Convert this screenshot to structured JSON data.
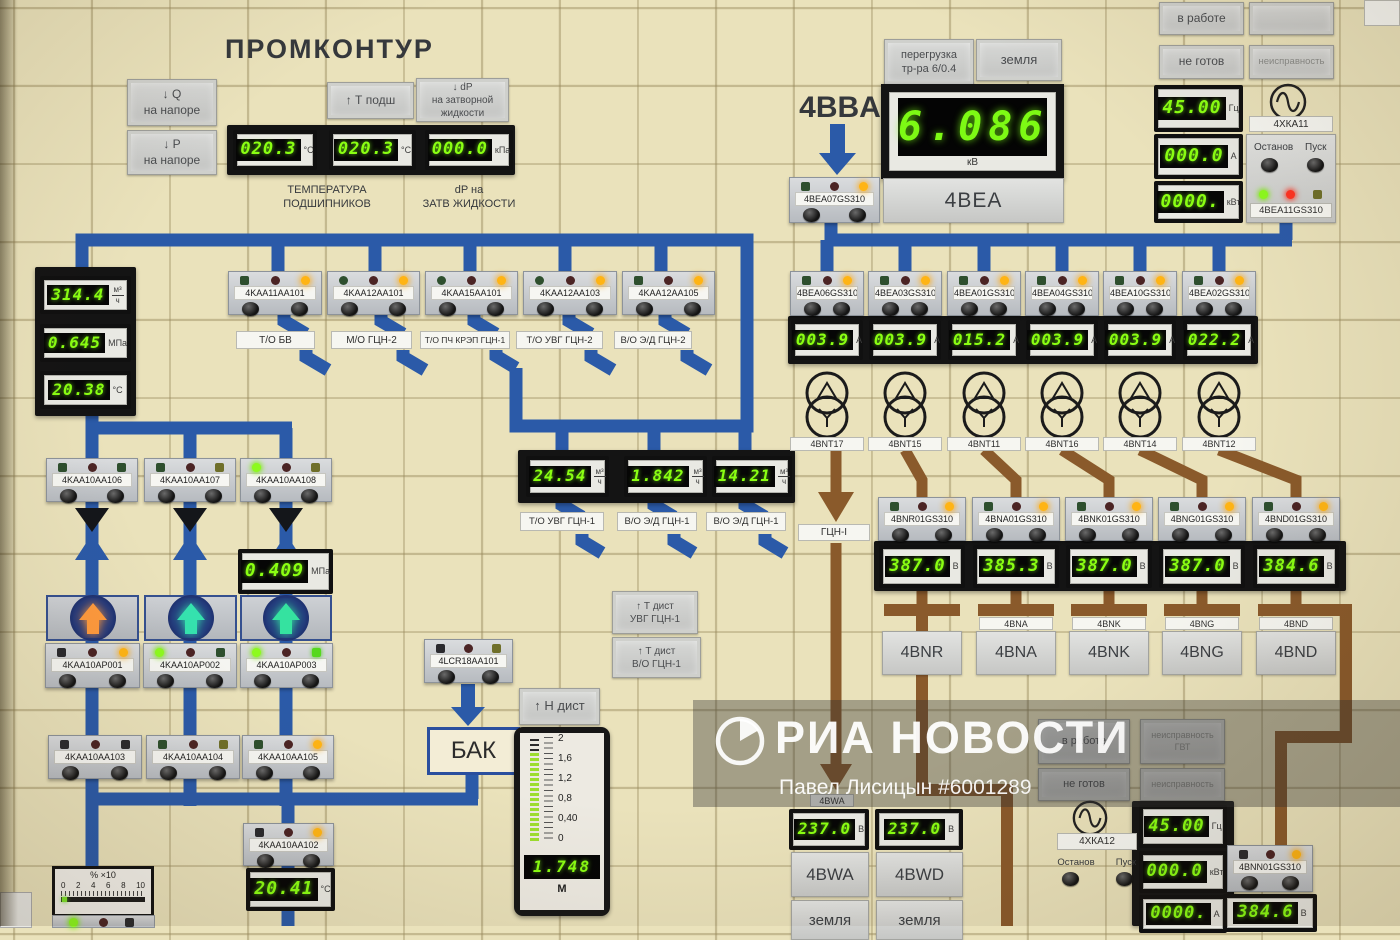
{
  "watermark": {
    "brand": "РИА НОВОСТИ",
    "credit": "Павел Лисицын",
    "photo_id": "#6001289"
  },
  "promkontur": {
    "title": "ПРОМКОНТУР",
    "btn_q": "↓ Q\nна напоре",
    "btn_p": "↓ P\nна напоре",
    "btn_t": "↑ Т подш",
    "btn_dp": "↓ dP\nна затворной\nжидкости",
    "caption_temp": "ТЕМПЕРАТУРА\nПОДШИПНИКОВ",
    "caption_dp": "dP на\nЗАТВ ЖИДКОСТИ",
    "temp_displays": [
      {
        "value": "020.3",
        "unit": "°C"
      },
      {
        "value": "020.3",
        "unit": "°C"
      },
      {
        "value": "000.0",
        "unit": "кПа"
      }
    ],
    "left_displays": [
      {
        "value": "314.4",
        "unit_top": "м³",
        "unit_bottom": "ч"
      },
      {
        "value": "0.645",
        "unit": "МПа"
      },
      {
        "value": "20.38",
        "unit": "°C"
      }
    ]
  },
  "valves": {
    "items": [
      {
        "id": "4KAA11AA101",
        "label": "Т/О БВ",
        "leds": [
          "gsq-off",
          "r-off",
          "y-on"
        ]
      },
      {
        "id": "4KAA12AA101",
        "label": "М/О ГЦН-2",
        "leds": [
          "g-off",
          "r-off",
          "y-on"
        ]
      },
      {
        "id": "4KAA15AA101",
        "label": "Т/О ПЧ КРЭП ГЦН-1",
        "leds": [
          "g-off",
          "r-off",
          "y-on"
        ]
      },
      {
        "id": "4KAA12AA103",
        "label": "Т/О УВГ ГЦН-2",
        "leds": [
          "g-off",
          "r-off",
          "y-on"
        ]
      },
      {
        "id": "4KAA12AA105",
        "label": "В/О Э/Д ГЦН-2",
        "leds": [
          "gsq-off",
          "r-off",
          "y-on"
        ]
      }
    ]
  },
  "pumps": {
    "top_modules": [
      {
        "id": "4KAA10AA106",
        "leds": [
          "gsq-off",
          "r-off",
          "gsq-off"
        ]
      },
      {
        "id": "4KAA10AA107",
        "leds": [
          "gsq-off",
          "r-off",
          "osq"
        ]
      },
      {
        "id": "4KAA10AA108",
        "leds": [
          "g-on",
          "r-off",
          "osq"
        ]
      }
    ],
    "pressure_display": {
      "value": "0.409",
      "unit": "МПа"
    },
    "indicators": [
      {
        "color": "#ff9a3d"
      },
      {
        "color": "#35e2ae"
      },
      {
        "color": "#35e2a0"
      }
    ],
    "ap_modules": [
      {
        "id": "4KAA10AP001",
        "leds": [
          "ksq",
          "r-off",
          "y-on"
        ]
      },
      {
        "id": "4KAA10AP002",
        "leds": [
          "g-on",
          "r-off",
          "gsq-off"
        ]
      },
      {
        "id": "4KAA10AP003",
        "leds": [
          "g-on",
          "r-off",
          "gsq-on"
        ]
      }
    ],
    "bottom_modules": [
      {
        "id": "4KAA10AA103",
        "leds": [
          "ksq",
          "r-off",
          "ksq"
        ]
      },
      {
        "id": "4KAA10AA104",
        "leds": [
          "gsq-off",
          "r-off",
          "osq"
        ]
      },
      {
        "id": "4KAA10AA105",
        "leds": [
          "gsq-off",
          "r-off",
          "y-on"
        ]
      }
    ],
    "aa102": {
      "id": "4KAA10AA102",
      "leds": [
        "ksq",
        "r-off",
        "y-on"
      ]
    },
    "temp_display": {
      "value": "20.41",
      "unit": "°C"
    },
    "meter": {
      "title": "% ×10",
      "ticks": [
        "0",
        "2",
        "4",
        "6",
        "8",
        "10"
      ]
    }
  },
  "center_flows": {
    "items": [
      {
        "display": {
          "value": "24.54",
          "unit_top": "м³",
          "unit_bottom": "ч"
        },
        "label": "Т/О УВГ ГЦН-1"
      },
      {
        "display": {
          "value": "1.842",
          "unit_top": "м³",
          "unit_bottom": "ч"
        },
        "label": "В/О Э/Д ГЦН-1"
      },
      {
        "display": {
          "value": "14.21",
          "unit_top": "м³",
          "unit_bottom": "ч"
        },
        "label": "В/О Э/Д ГЦН-1"
      }
    ],
    "t_dist_uvg": "↑ Т дист\nУВГ ГЦН-1",
    "t_dist_vo": "↑ Т дист\nВ/О ГЦН-1"
  },
  "tank": {
    "module": {
      "id": "4LCR18AA101",
      "leds": [
        "ksq",
        "r-off",
        "osq"
      ]
    },
    "name": "БАК",
    "h_dist": "↑ Н дист",
    "level_gauge": {
      "ticks": [
        "2",
        "1,6",
        "1,2",
        "0,8",
        "0,40",
        "0"
      ],
      "value": "1.748",
      "unit": "М"
    }
  },
  "electrical": {
    "bba": "4BBA",
    "overload": "перегрузка\nтр-ра 6/0.4",
    "ground": "земля",
    "kv_display": {
      "value": "6.086",
      "unit": "кВ"
    },
    "bea07": {
      "id": "4BEA07GS310",
      "leds": [
        "gsq-off",
        "r-off",
        "y-on"
      ]
    },
    "bea_plate": "4BEA",
    "in_work": "в работе",
    "not_ready": "не готов",
    "fault": "неисправность",
    "right_displays": [
      {
        "value": "45.00",
        "unit": "Гц"
      },
      {
        "value": "000.0",
        "unit": "А"
      },
      {
        "value": "0000.",
        "unit": "кВт"
      }
    ],
    "hka11": "4ХКА11",
    "stop": "Останов",
    "start": "Пуск",
    "bea11": {
      "id": "4BEA11GS310",
      "leds": [
        "g-on",
        "r-on",
        "osq"
      ]
    }
  },
  "feeders": {
    "items": [
      {
        "id": "4BEA06GS310",
        "display": {
          "value": "003.9",
          "unit": "А"
        },
        "transformer": "4BNT17",
        "leds": [
          "gsq-off",
          "r-off",
          "y-on"
        ]
      },
      {
        "id": "4BEA03GS310",
        "display": {
          "value": "003.9",
          "unit": "А"
        },
        "transformer": "4BNT15",
        "leds": [
          "gsq-off",
          "r-off",
          "y-on"
        ]
      },
      {
        "id": "4BEA01GS310",
        "display": {
          "value": "015.2",
          "unit": "А"
        },
        "transformer": "4BNT11",
        "leds": [
          "gsq-off",
          "r-off",
          "y-on"
        ]
      },
      {
        "id": "4BEA04GS310",
        "display": {
          "value": "003.9",
          "unit": "А"
        },
        "transformer": "4BNT16",
        "leds": [
          "gsq-off",
          "r-off",
          "y-on"
        ]
      },
      {
        "id": "4BEA10GS310",
        "display": {
          "value": "003.9",
          "unit": "А"
        },
        "transformer": "4BNT14",
        "leds": [
          "gsq-off",
          "r-off",
          "y-on"
        ]
      },
      {
        "id": "4BEA02GS310",
        "display": {
          "value": "022.2",
          "unit": "А"
        },
        "transformer": "4BNT12",
        "leds": [
          "gsq-off",
          "r-off",
          "y-on"
        ]
      }
    ],
    "gcn_label": "ГЦН-I"
  },
  "buses": {
    "items": [
      {
        "id": "4BNR01GS310",
        "display": {
          "value": "387.0",
          "unit": "В"
        },
        "small": "",
        "big": "4BNR",
        "leds": [
          "gsq-off",
          "r-off",
          "y-on"
        ]
      },
      {
        "id": "4BNA01GS310",
        "display": {
          "value": "385.3",
          "unit": "В"
        },
        "small": "4BNA",
        "big": "4BNA",
        "leds": [
          "gsq-off",
          "r-off",
          "y-on"
        ]
      },
      {
        "id": "4BNK01GS310",
        "display": {
          "value": "387.0",
          "unit": "В"
        },
        "small": "4BNK",
        "big": "4BNK",
        "leds": [
          "gsq-off",
          "r-off",
          "y-on"
        ]
      },
      {
        "id": "4BNG01GS310",
        "display": {
          "value": "387.0",
          "unit": "В"
        },
        "small": "4BNG",
        "big": "4BNG",
        "leds": [
          "gsq-off",
          "r-off",
          "y-on"
        ]
      },
      {
        "id": "4BND01GS310",
        "display": {
          "value": "384.6",
          "unit": "В"
        },
        "small": "4BND",
        "big": "4BND",
        "leds": [
          "gsq-off",
          "r-off",
          "y-on"
        ]
      }
    ]
  },
  "bw": {
    "small_label": "4BWA",
    "displays": [
      {
        "value": "237.0",
        "unit": "В"
      },
      {
        "value": "237.0",
        "unit": "В"
      }
    ],
    "plates": [
      "4BWA",
      "4BWD"
    ],
    "ground": [
      "земля",
      "земля"
    ]
  },
  "bottom_right": {
    "in_work": "в работе",
    "fault_gvt": "неисправность\nГВТ",
    "not_ready": "не готов",
    "fault": "неисправность",
    "hka12": "4ХКА12",
    "stop": "Останов",
    "start": "Пуск",
    "displays": [
      {
        "value": "45.00",
        "unit": "Гц"
      },
      {
        "value": "000.0",
        "unit": "кВт"
      },
      {
        "value": "0000.",
        "unit": "А"
      }
    ],
    "bnn": {
      "id": "4BNN01GS310",
      "leds": [
        "ksq",
        "r-off",
        "y-on"
      ]
    },
    "bnn_display": {
      "value": "384.6",
      "unit": "В"
    }
  }
}
